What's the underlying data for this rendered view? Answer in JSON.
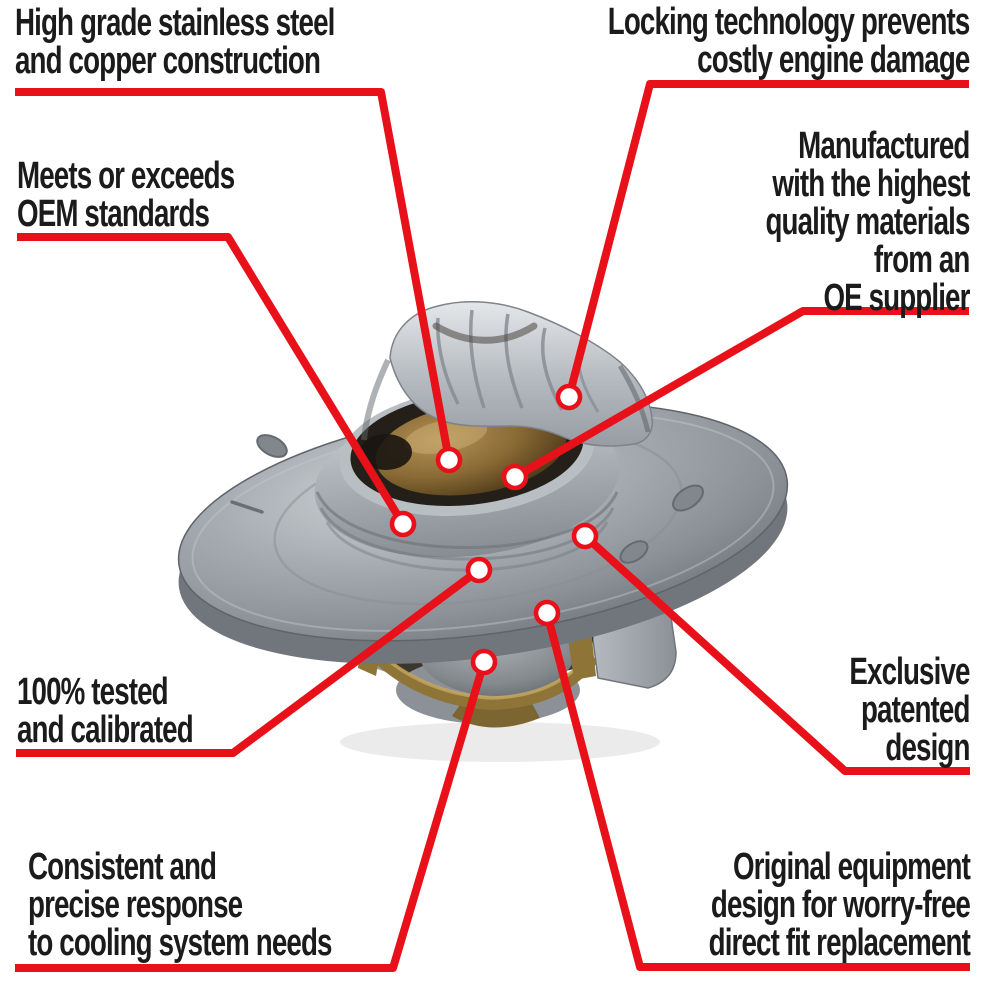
{
  "meta": {
    "description": "Product feature callout diagram of an engine coolant thermostat",
    "background_color": "#ffffff"
  },
  "colors": {
    "accent_red": "#e8111a",
    "text": "#1b1b1b",
    "steel_light": "#d2d6da",
    "steel_mid": "#a6abb1",
    "steel_dark": "#71767c",
    "brass": "#8e7436",
    "brass_light": "#c7a85e"
  },
  "product": {
    "name": "engine coolant thermostat",
    "feature_dot_count": 8
  },
  "callouts": {
    "top_left": {
      "lines": [
        "High grade stainless steel",
        "and copper construction"
      ]
    },
    "mid_left": {
      "lines": [
        "Meets or exceeds",
        "OEM standards"
      ]
    },
    "top_right": {
      "lines": [
        "Locking technology prevents",
        "costly engine damage"
      ]
    },
    "right": {
      "lines": [
        "Manufactured",
        "with the highest",
        "quality materials",
        "from an",
        "OE supplier"
      ]
    },
    "right_lower": {
      "lines": [
        "Exclusive",
        "patented",
        "design"
      ]
    },
    "lower_left": {
      "lines": [
        "100% tested",
        "and calibrated"
      ]
    },
    "bottom_left": {
      "lines": [
        "Consistent and",
        "precise response",
        "to cooling system needs"
      ]
    },
    "bottom_right": {
      "lines": [
        "Original equipment",
        "design for worry-free",
        "direct fit replacement"
      ]
    }
  }
}
